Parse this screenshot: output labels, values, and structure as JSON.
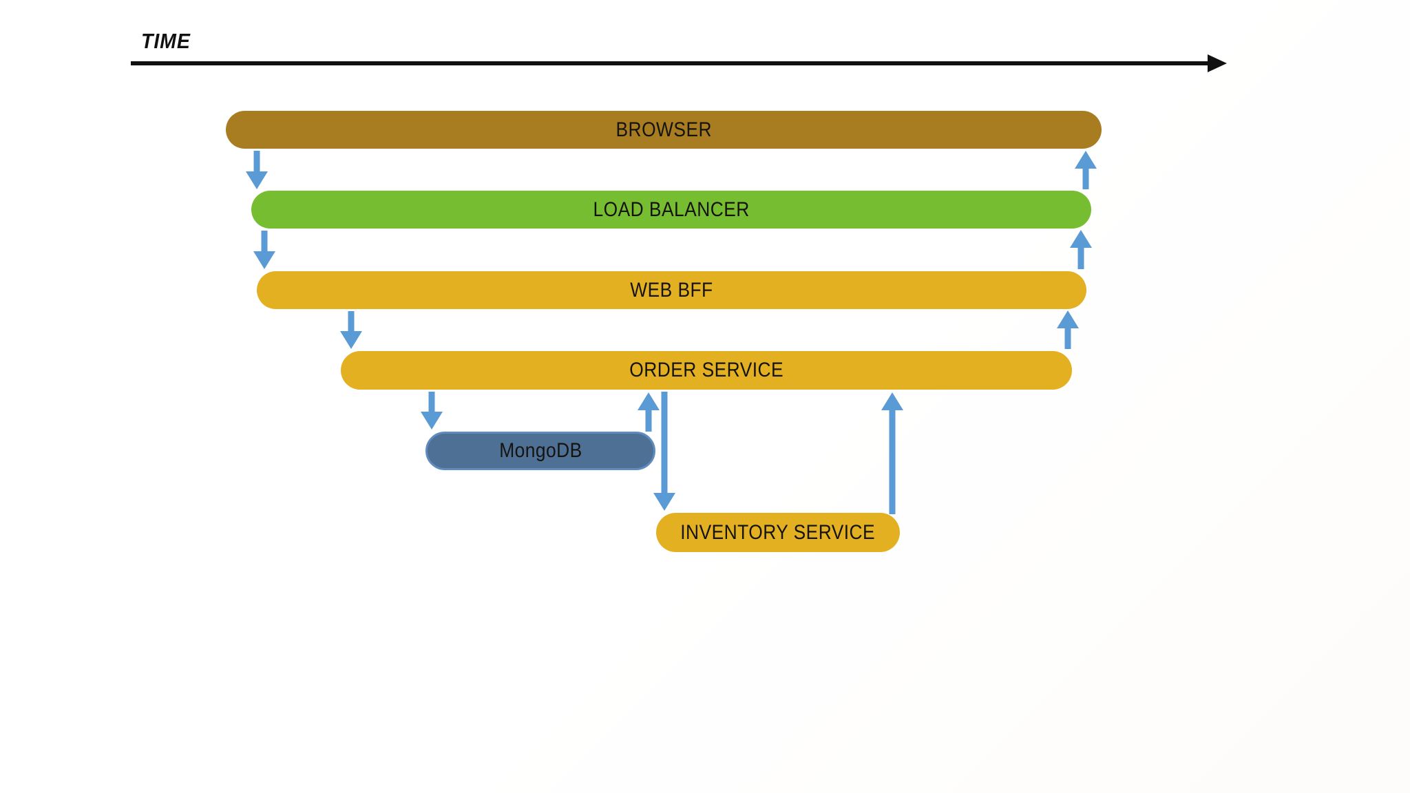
{
  "axis": {
    "label": "TIME"
  },
  "colors": {
    "axis": "#111111",
    "arrow": "#5B9BD5",
    "browser": "#A87C20",
    "load_balancer": "#77BD31",
    "service_gold": "#E3B022",
    "mongodb_fill": "#4F7095",
    "mongodb_border": "#5E8CBE"
  },
  "nodes": [
    {
      "id": "browser",
      "label": "BROWSER"
    },
    {
      "id": "load-balancer",
      "label": "LOAD BALANCER"
    },
    {
      "id": "web-bff",
      "label": "WEB BFF"
    },
    {
      "id": "order-service",
      "label": "ORDER SERVICE"
    },
    {
      "id": "mongodb",
      "label": "MongoDB"
    },
    {
      "id": "inventory-service",
      "label": "INVENTORY SERVICE"
    }
  ],
  "arrows": [
    {
      "from": "BROWSER",
      "to": "LOAD BALANCER",
      "direction": "down"
    },
    {
      "from": "LOAD BALANCER",
      "to": "BROWSER",
      "direction": "up"
    },
    {
      "from": "LOAD BALANCER",
      "to": "WEB BFF",
      "direction": "down"
    },
    {
      "from": "WEB BFF",
      "to": "LOAD BALANCER",
      "direction": "up"
    },
    {
      "from": "WEB BFF",
      "to": "ORDER SERVICE",
      "direction": "down"
    },
    {
      "from": "ORDER SERVICE",
      "to": "WEB BFF",
      "direction": "up"
    },
    {
      "from": "ORDER SERVICE",
      "to": "MongoDB",
      "direction": "down"
    },
    {
      "from": "MongoDB",
      "to": "ORDER SERVICE",
      "direction": "up"
    },
    {
      "from": "ORDER SERVICE",
      "to": "INVENTORY SERVICE",
      "direction": "down"
    },
    {
      "from": "INVENTORY SERVICE",
      "to": "ORDER SERVICE",
      "direction": "up"
    }
  ]
}
